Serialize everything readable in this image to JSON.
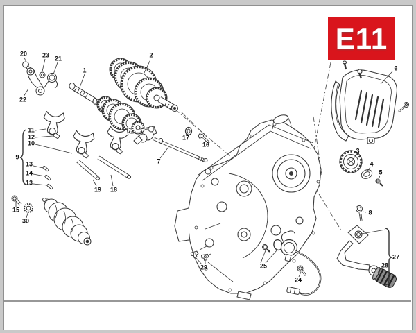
{
  "page": {
    "code": "E11",
    "badge_color": "#d9151c"
  },
  "diagram": {
    "part_numbers": [
      "1",
      "2",
      "3",
      "4",
      "5",
      "6",
      "7",
      "8",
      "9",
      "10",
      "11",
      "12",
      "13",
      "14",
      "13",
      "15",
      "16",
      "17",
      "18",
      "19",
      "20",
      "21",
      "22",
      "23",
      "24",
      "25",
      "27",
      "28",
      "29",
      "30"
    ]
  }
}
